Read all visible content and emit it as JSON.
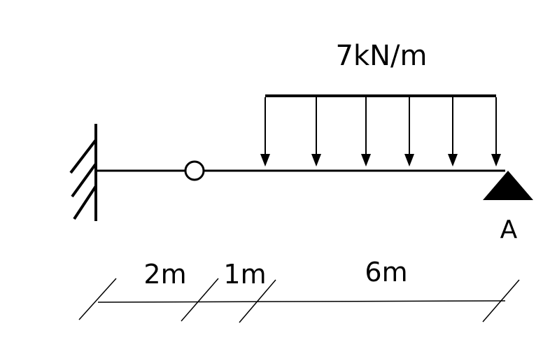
{
  "load": {
    "label": "7kN/m"
  },
  "support": {
    "label": "A"
  },
  "dimensions": [
    {
      "label": "2m"
    },
    {
      "label": "1m"
    },
    {
      "label": "6m"
    }
  ],
  "arrow_count": 6
}
